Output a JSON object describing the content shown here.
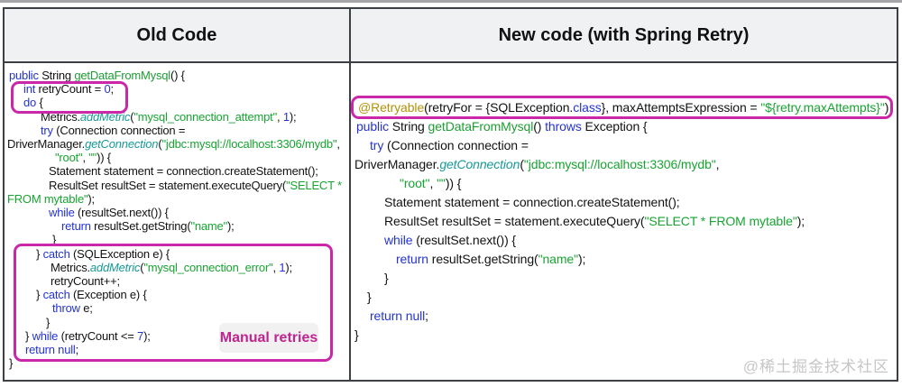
{
  "header": {
    "old_title": "Old Code",
    "new_title": "New code (with Spring Retry)"
  },
  "colors": {
    "keyword": "#2433d6",
    "string": "#18a432",
    "method": "#1e9e33",
    "method_call_italic": "#169a96",
    "annotation": "#b3920a",
    "highlight_box": "#cb28a9",
    "table_border": "#3c4044",
    "header_bg": "#f0f1f3",
    "watermark": "#c6c6c6"
  },
  "old_code": {
    "annotation_label": "Manual retries",
    "lines": [
      {
        "i": 2,
        "t": [
          [
            "k",
            "public"
          ],
          [
            "p",
            " String "
          ],
          [
            "m",
            "getDataFromMysql"
          ],
          [
            "p",
            "() {"
          ]
        ]
      },
      {
        "i": 18,
        "t": [
          [
            "k",
            "int"
          ],
          [
            "p",
            " retryCount = "
          ],
          [
            "n",
            "0"
          ],
          [
            "p",
            ";"
          ]
        ]
      },
      {
        "i": 18,
        "t": [
          [
            "k",
            "do"
          ],
          [
            "p",
            " {"
          ]
        ]
      },
      {
        "i": 37,
        "t": [
          [
            "p",
            "Metrics."
          ],
          [
            "mi",
            "addMetric"
          ],
          [
            "p",
            "("
          ],
          [
            "s",
            "\"mysql_connection_attempt\""
          ],
          [
            "p",
            ", "
          ],
          [
            "n",
            "1"
          ],
          [
            "p",
            ");"
          ]
        ]
      },
      {
        "i": 37,
        "t": [
          [
            "k",
            "try"
          ],
          [
            "p",
            " (Connection connection ="
          ]
        ]
      },
      {
        "i": 0,
        "t": [
          [
            "p",
            "DriverManager."
          ],
          [
            "mi",
            "getConnection"
          ],
          [
            "p",
            "("
          ],
          [
            "s",
            "\"jdbc:mysql://localhost:3306/mydb\""
          ],
          [
            "p",
            ","
          ]
        ]
      },
      {
        "i": 53,
        "t": [
          [
            "s",
            "\"root\""
          ],
          [
            "p",
            ", "
          ],
          [
            "s",
            "\"\""
          ],
          [
            "p",
            ")) {"
          ]
        ]
      },
      {
        "i": 46,
        "t": [
          [
            "p",
            "Statement statement = connection.createStatement();"
          ]
        ]
      },
      {
        "i": 46,
        "t": [
          [
            "p",
            "ResultSet resultSet = statement.executeQuery("
          ],
          [
            "s",
            "\"SELECT *"
          ]
        ]
      },
      {
        "i": 0,
        "t": [
          [
            "s",
            "FROM mytable\""
          ],
          [
            "p",
            ");"
          ]
        ]
      },
      {
        "i": 46,
        "t": [
          [
            "k",
            "while"
          ],
          [
            "p",
            " (resultSet.next()) {"
          ]
        ]
      },
      {
        "i": 60,
        "t": [
          [
            "k",
            "return"
          ],
          [
            "p",
            " resultSet.getString("
          ],
          [
            "s",
            "\"name\""
          ],
          [
            "p",
            ");"
          ]
        ]
      },
      {
        "i": 50,
        "t": [
          [
            "p",
            "}"
          ]
        ]
      },
      {
        "i": 32,
        "t": [
          [
            "p",
            "} "
          ],
          [
            "k",
            "catch"
          ],
          [
            "p",
            " (SQLException e) {"
          ]
        ]
      },
      {
        "i": 48,
        "t": [
          [
            "p",
            "Metrics."
          ],
          [
            "mi",
            "addMetric"
          ],
          [
            "p",
            "("
          ],
          [
            "s",
            "\"mysql_connection_error\""
          ],
          [
            "p",
            ", "
          ],
          [
            "n",
            "1"
          ],
          [
            "p",
            ");"
          ]
        ]
      },
      {
        "i": 48,
        "t": [
          [
            "p",
            "retryCount++;"
          ]
        ]
      },
      {
        "i": 32,
        "t": [
          [
            "p",
            "} "
          ],
          [
            "k",
            "catch"
          ],
          [
            "p",
            " (Exception e) {"
          ]
        ]
      },
      {
        "i": 50,
        "t": [
          [
            "k",
            "throw"
          ],
          [
            "p",
            " e;"
          ]
        ]
      },
      {
        "i": 43,
        "t": [
          [
            "p",
            "}"
          ]
        ]
      },
      {
        "i": 20,
        "t": [
          [
            "p",
            "} "
          ],
          [
            "k",
            "while"
          ],
          [
            "p",
            " (retryCount <= "
          ],
          [
            "n",
            "7"
          ],
          [
            "p",
            ");"
          ]
        ]
      },
      {
        "i": 20,
        "t": [
          [
            "k",
            "return null"
          ],
          [
            "p",
            ";"
          ]
        ]
      },
      {
        "i": 2,
        "t": [
          [
            "p",
            "}"
          ]
        ]
      }
    ]
  },
  "new_code": {
    "lines": [
      {
        "i": 4,
        "t": [
          [
            "a",
            "@Retryable"
          ],
          [
            "p",
            "(retryFor = {SQLException."
          ],
          [
            "k",
            "class"
          ],
          [
            "p",
            "}, maxAttemptsExpression = "
          ],
          [
            "s",
            "\"${retry.maxAttempts}\""
          ],
          [
            "p",
            ")"
          ]
        ]
      },
      {
        "i": 2,
        "t": [
          [
            "k",
            "public"
          ],
          [
            "p",
            " String "
          ],
          [
            "m",
            "getDataFromMysql"
          ],
          [
            "p",
            "() "
          ],
          [
            "k",
            "throws"
          ],
          [
            "p",
            " Exception {"
          ]
        ]
      },
      {
        "i": 17,
        "t": [
          [
            "k",
            "try"
          ],
          [
            "p",
            " (Connection connection ="
          ]
        ]
      },
      {
        "i": 0,
        "t": [
          [
            "p",
            "DriverManager."
          ],
          [
            "mi",
            "getConnection"
          ],
          [
            "p",
            "("
          ],
          [
            "s",
            "\"jdbc:mysql://localhost:3306/mydb\""
          ],
          [
            "p",
            ","
          ]
        ]
      },
      {
        "i": 50,
        "t": [
          [
            "s",
            "\"root\""
          ],
          [
            "p",
            ", "
          ],
          [
            "s",
            "\"\""
          ],
          [
            "p",
            ")) {"
          ]
        ]
      },
      {
        "i": 33,
        "t": [
          [
            "p",
            "Statement statement = connection.createStatement();"
          ]
        ]
      },
      {
        "i": 33,
        "t": [
          [
            "p",
            "ResultSet resultSet = statement.executeQuery("
          ],
          [
            "s",
            "\"SELECT * FROM mytable\""
          ],
          [
            "p",
            ");"
          ]
        ]
      },
      {
        "i": 33,
        "t": [
          [
            "k",
            "while"
          ],
          [
            "p",
            " (resultSet.next()) {"
          ]
        ]
      },
      {
        "i": 46,
        "t": [
          [
            "k",
            "return"
          ],
          [
            "p",
            " resultSet.getString("
          ],
          [
            "s",
            "\"name\""
          ],
          [
            "p",
            ");"
          ]
        ]
      },
      {
        "i": 33,
        "t": [
          [
            "p",
            "}"
          ]
        ]
      },
      {
        "i": 14,
        "t": [
          [
            "p",
            "}"
          ]
        ]
      },
      {
        "i": 17,
        "t": [
          [
            "k",
            "return null"
          ],
          [
            "p",
            ";"
          ]
        ]
      },
      {
        "i": 0,
        "t": [
          [
            "p",
            "}"
          ]
        ]
      }
    ]
  },
  "watermark": "@稀土掘金技术社区"
}
